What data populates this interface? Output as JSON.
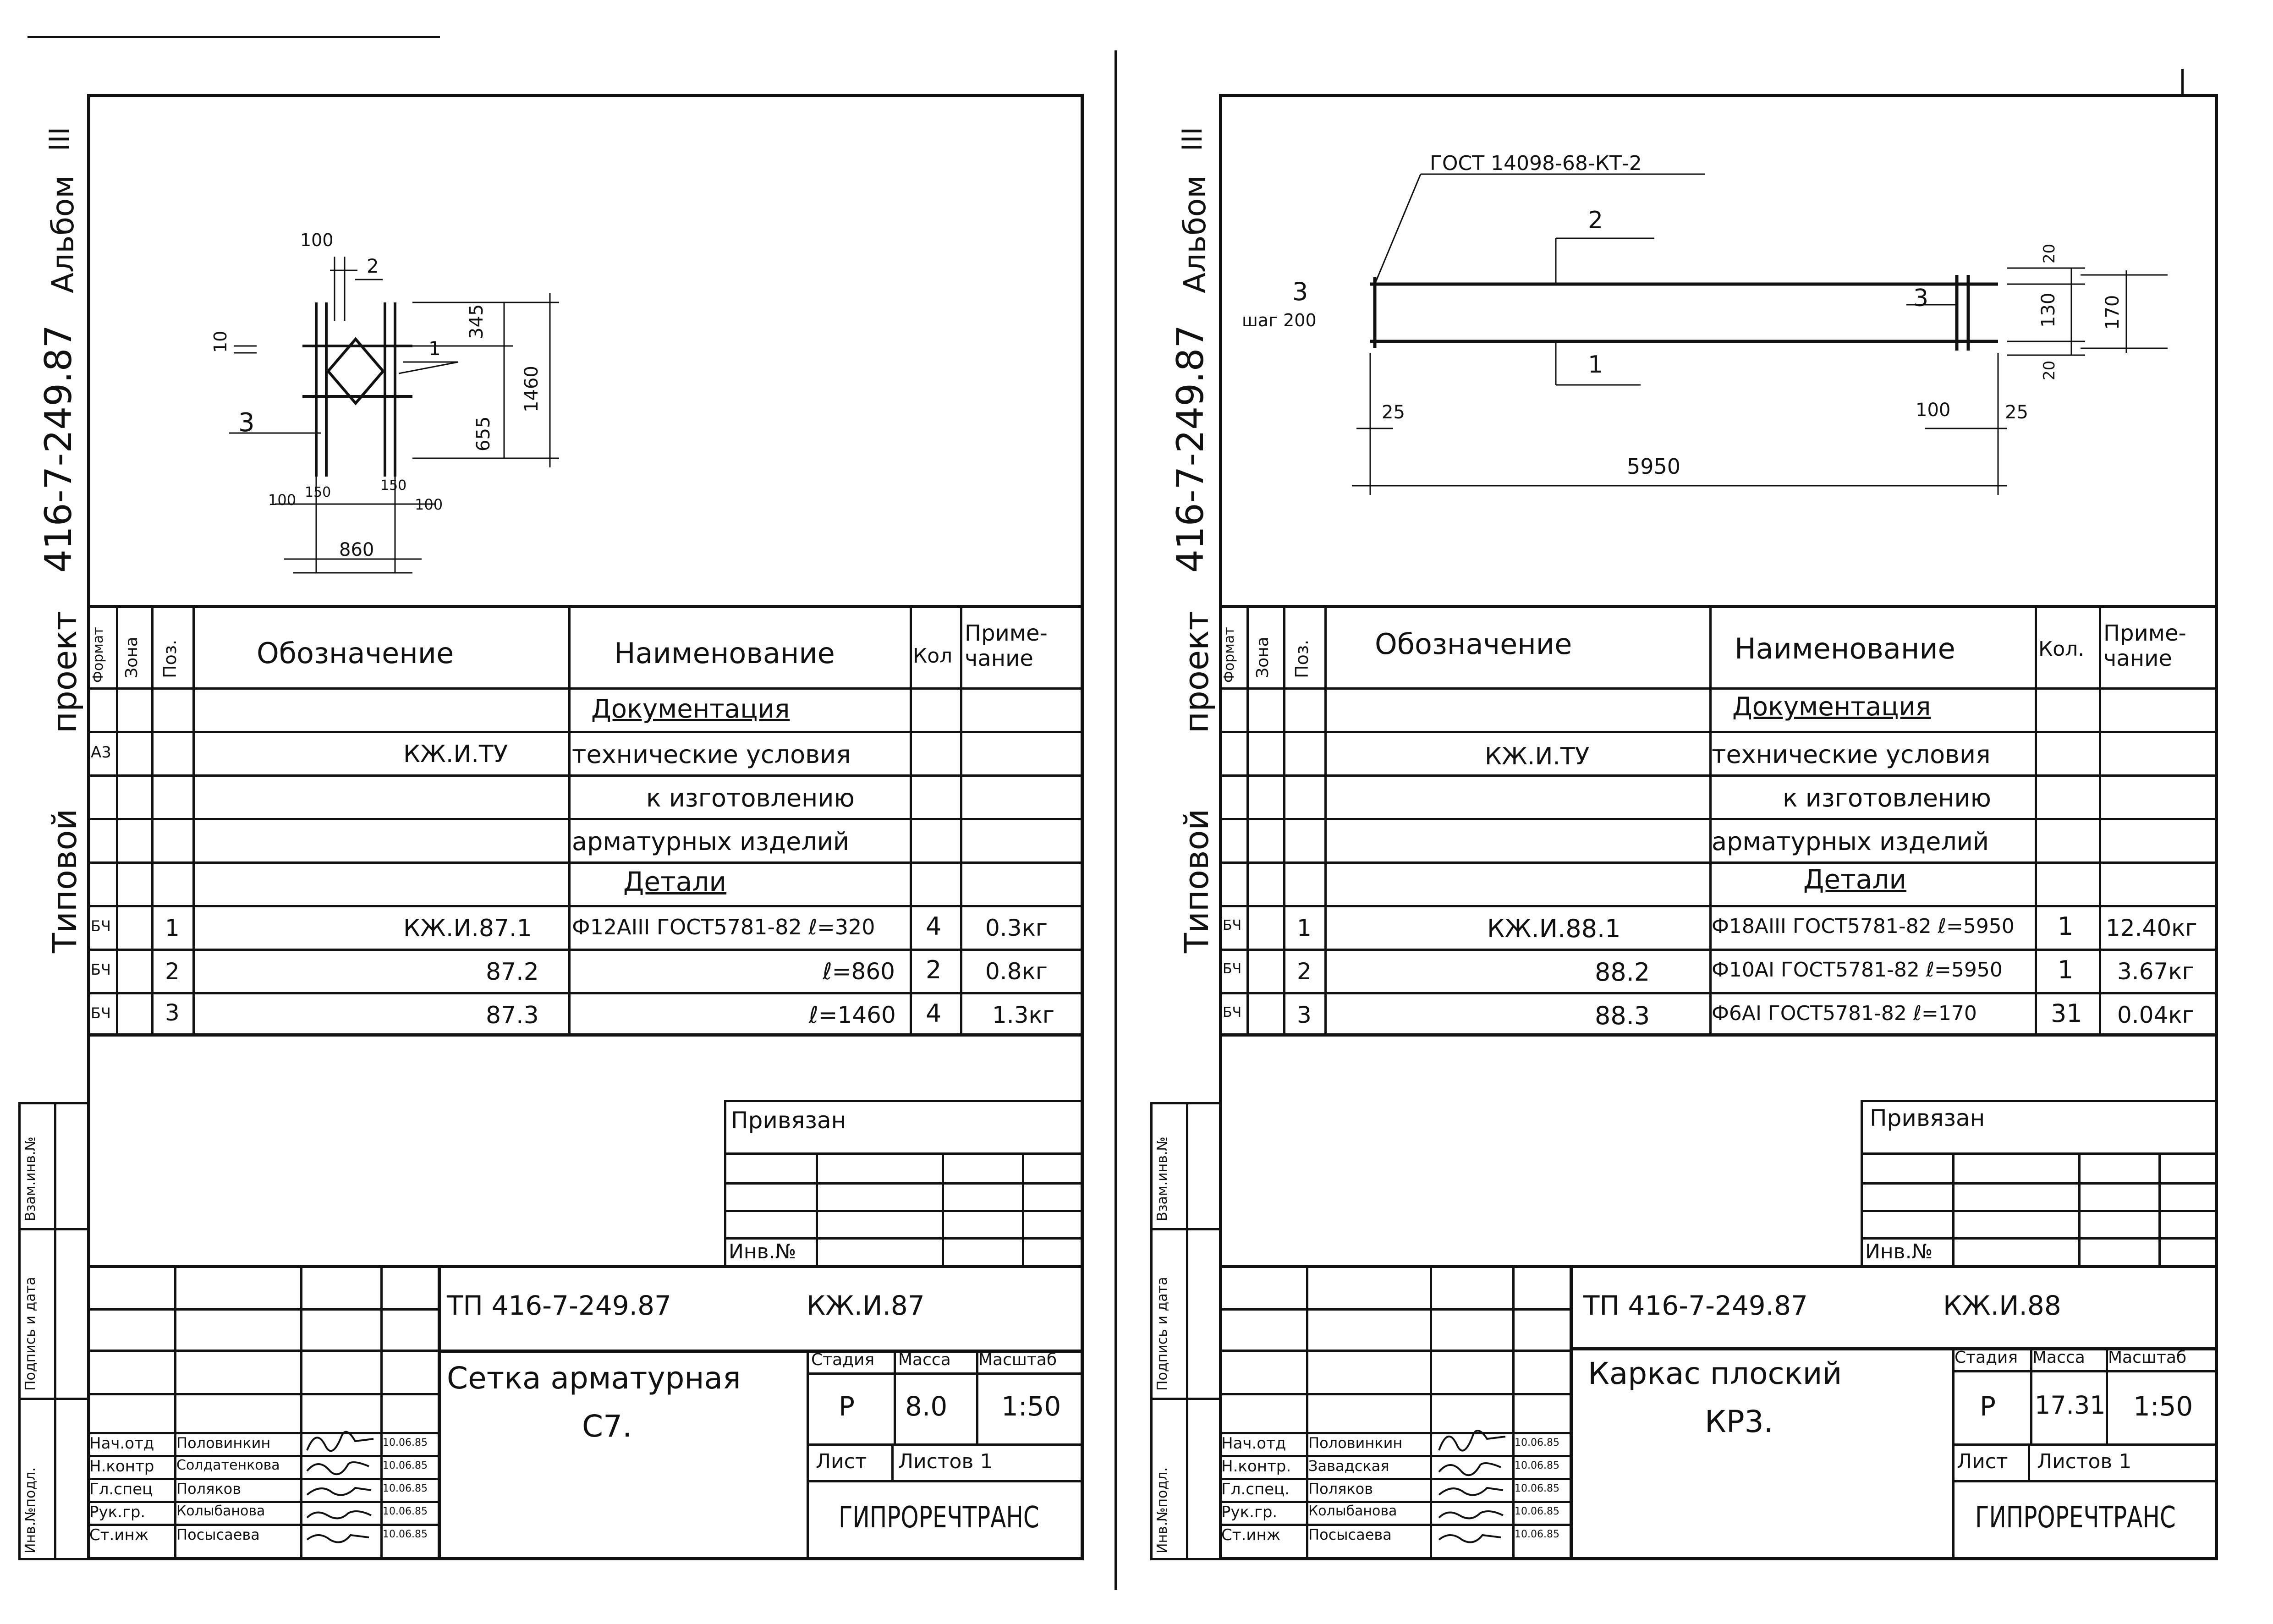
{
  "sheets": [
    {
      "side": {
        "album": "Альбом",
        "roman": "III",
        "code": "416-7-249.87",
        "project": "проект",
        "type": "Типовой"
      },
      "left_strip": {
        "inv_podl": "Инв.№подл.",
        "podpis": "Подпись и дата",
        "vzam": "Взам.инв.№"
      },
      "drawing": {
        "dims": [
          "100",
          "2",
          "10",
          "1",
          "345",
          "1460",
          "3",
          "655",
          "100",
          "150",
          "150",
          "100",
          "860"
        ]
      },
      "table": {
        "headers": {
          "format": "Формат",
          "zone": "Зона",
          "pos": "Поз.",
          "designation": "Обозначение",
          "name": "Наименование",
          "qty": "Кол",
          "note": "Приме-\nчание"
        },
        "rows": [
          {
            "format": "",
            "pos": "",
            "designation": "",
            "name": "Документация",
            "qty": "",
            "note": ""
          },
          {
            "format": "А3",
            "pos": "",
            "designation": "КЖ.И.ТУ",
            "name": "технические условия",
            "qty": "",
            "note": ""
          },
          {
            "format": "",
            "pos": "",
            "designation": "",
            "name": "к изготовлению",
            "qty": "",
            "note": ""
          },
          {
            "format": "",
            "pos": "",
            "designation": "",
            "name": "арматурных изделий",
            "qty": "",
            "note": ""
          },
          {
            "format": "",
            "pos": "",
            "designation": "",
            "name": "Детали",
            "qty": "",
            "note": ""
          },
          {
            "format": "БЧ",
            "pos": "1",
            "designation": "КЖ.И.87.1",
            "name": "Ф12АIII ГОСТ5781-82 ℓ=320",
            "qty": "4",
            "note": "0.3кг"
          },
          {
            "format": "БЧ",
            "pos": "2",
            "designation": "87.2",
            "name": "ℓ=860",
            "qty": "2",
            "note": "0.8кг"
          },
          {
            "format": "БЧ",
            "pos": "3",
            "designation": "87.3",
            "name": "ℓ=1460",
            "qty": "4",
            "note": "1.3кг"
          }
        ]
      },
      "privyazan": {
        "label": "Привязан",
        "inv": "Инв.№"
      },
      "stamp": {
        "project_code": "ТП 416-7-249.87",
        "doc_code": "КЖ.И.87",
        "title_line1": "Сетка арматурная",
        "title_line2": "С7.",
        "col_stage": "Стадия",
        "col_mass": "Масса",
        "col_scale": "Масштаб",
        "stage": "Р",
        "mass": "8.0",
        "scale": "1:50",
        "sheet_label": "Лист",
        "sheets_label": "Листов 1",
        "org": "ГИПРОРЕЧТРАНС",
        "people": [
          {
            "role": "Нач.отд",
            "name": "Половинкин",
            "date": "10.06.85"
          },
          {
            "role": "Н.контр",
            "name": "Солдатенкова",
            "date": "10.06.85"
          },
          {
            "role": "Гл.спец",
            "name": "Поляков",
            "date": "10.06.85"
          },
          {
            "role": "Рук.гр.",
            "name": "Колыбанова",
            "date": "10.06.85"
          },
          {
            "role": "Ст.инж",
            "name": "Посысаева",
            "date": "10.06.85"
          }
        ]
      }
    },
    {
      "side": {
        "album": "Альбом",
        "roman": "III",
        "code": "416-7-249.87",
        "project": "проект",
        "type": "Типовой"
      },
      "left_strip": {
        "inv_podl": "Инв.№подл.",
        "podpis": "Подпись и дата",
        "vzam": "Взам.инв.№"
      },
      "drawing": {
        "gost": "ГОСТ 14098-68-КТ-2",
        "pos2": "2",
        "pos3": "3",
        "step": "шаг 200",
        "pos3b": "3",
        "pos1": "1",
        "d20a": "20",
        "d130": "130",
        "d170": "170",
        "d20b": "20",
        "d25a": "25",
        "d100": "100",
        "d25b": "25",
        "d5950": "5950"
      },
      "table": {
        "headers": {
          "format": "Формат",
          "zone": "Зона",
          "pos": "Поз.",
          "designation": "Обозначение",
          "name": "Наименование",
          "qty": "Кол.",
          "note": "Приме-\nчание"
        },
        "rows": [
          {
            "format": "",
            "pos": "",
            "designation": "",
            "name": "Документация",
            "qty": "",
            "note": ""
          },
          {
            "format": "",
            "pos": "",
            "designation": "КЖ.И.ТУ",
            "name": "технические условия",
            "qty": "",
            "note": ""
          },
          {
            "format": "",
            "pos": "",
            "designation": "",
            "name": "к изготовлению",
            "qty": "",
            "note": ""
          },
          {
            "format": "",
            "pos": "",
            "designation": "",
            "name": "арматурных изделий",
            "qty": "",
            "note": ""
          },
          {
            "format": "",
            "pos": "",
            "designation": "",
            "name": "Детали",
            "qty": "",
            "note": ""
          },
          {
            "format": "БЧ",
            "pos": "1",
            "designation": "КЖ.И.88.1",
            "name": "Ф18АIII ГОСТ5781-82 ℓ=5950",
            "qty": "1",
            "note": "12.40кг"
          },
          {
            "format": "БЧ",
            "pos": "2",
            "designation": "88.2",
            "name": "Ф10АI ГОСТ5781-82 ℓ=5950",
            "qty": "1",
            "note": "3.67кг"
          },
          {
            "format": "БЧ",
            "pos": "3",
            "designation": "88.3",
            "name": "Ф6АI ГОСТ5781-82 ℓ=170",
            "qty": "31",
            "note": "0.04кг"
          }
        ]
      },
      "privyazan": {
        "label": "Привязан",
        "inv": "Инв.№"
      },
      "stamp": {
        "project_code": "ТП 416-7-249.87",
        "doc_code": "КЖ.И.88",
        "title_line1": "Каркас плоский",
        "title_line2": "КР3.",
        "col_stage": "Стадия",
        "col_mass": "Масса",
        "col_scale": "Масштаб",
        "stage": "Р",
        "mass": "17.31",
        "scale": "1:50",
        "sheet_label": "Лист",
        "sheets_label": "Листов 1",
        "org": "ГИПРОРЕЧТРАНС",
        "people": [
          {
            "role": "Нач.отд",
            "name": "Половинкин",
            "date": "10.06.85"
          },
          {
            "role": "Н.контр.",
            "name": "Завадская",
            "date": "10.06.85"
          },
          {
            "role": "Гл.спец.",
            "name": "Поляков",
            "date": "10.06.85"
          },
          {
            "role": "Рук.гр.",
            "name": "Колыбанова",
            "date": "10.06.85"
          },
          {
            "role": "Ст.инж",
            "name": "Посысаева",
            "date": "10.06.85"
          }
        ]
      }
    }
  ]
}
